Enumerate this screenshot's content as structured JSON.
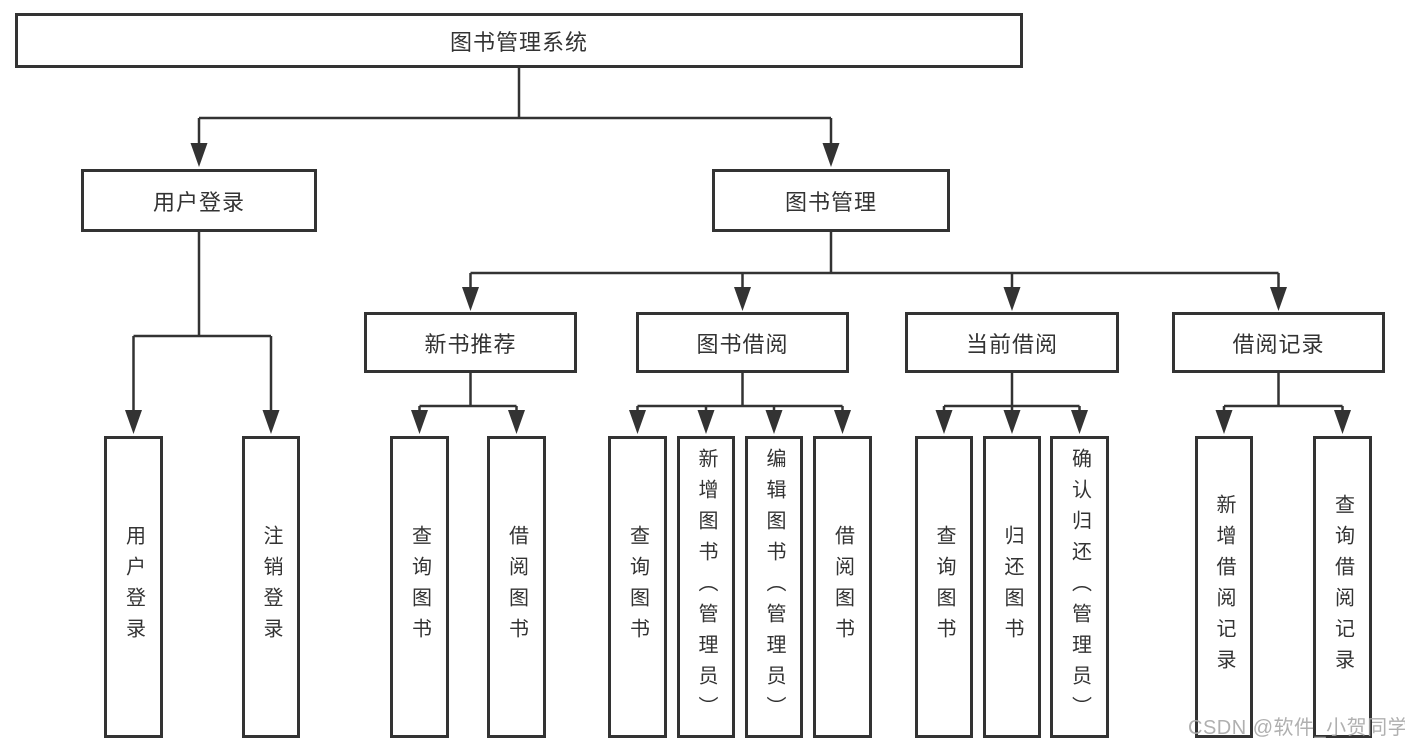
{
  "tree": {
    "label": "图书管理系统",
    "children": [
      {
        "label": "用户登录",
        "children": [
          {
            "label": "用户登录"
          },
          {
            "label": "注销登录"
          }
        ]
      },
      {
        "label": "图书管理",
        "children": [
          {
            "label": "新书推荐",
            "children": [
              {
                "label": "查询图书"
              },
              {
                "label": "借阅图书"
              }
            ]
          },
          {
            "label": "图书借阅",
            "children": [
              {
                "label": "查询图书"
              },
              {
                "label": "新增图书（管理员）"
              },
              {
                "label": "编辑图书（管理员）"
              },
              {
                "label": "借阅图书"
              }
            ]
          },
          {
            "label": "当前借阅",
            "children": [
              {
                "label": "查询图书"
              },
              {
                "label": "归还图书"
              },
              {
                "label": "确认归还（管理员）"
              }
            ]
          },
          {
            "label": "借阅记录",
            "children": [
              {
                "label": "新增借阅记录"
              },
              {
                "label": "查询借阅记录"
              }
            ]
          }
        ]
      }
    ]
  },
  "watermark": "CSDN @软件_小贺同学",
  "colors": {
    "line": "#333333",
    "text": "#333333",
    "box_background": "#ffffff",
    "page_background": "#ffffff",
    "watermark": "#a8a8a8"
  }
}
